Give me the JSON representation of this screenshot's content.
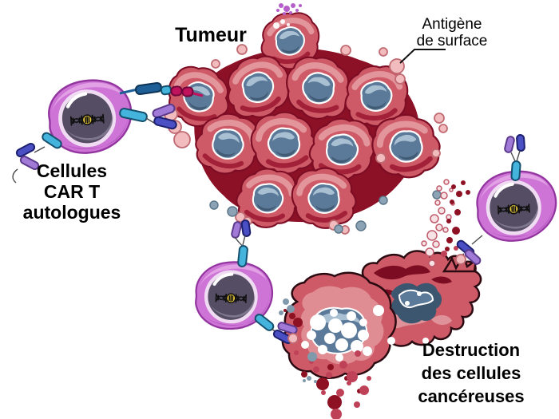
{
  "title": "Cellules CAR T — destruction des cellules cancéreuses",
  "labels": {
    "tumor": "Tumeur",
    "antigen": {
      "line1": "Antigène",
      "line2": "de surface"
    },
    "car_t": {
      "line1": "Cellules",
      "line2": "CAR T",
      "line3": "autologues"
    },
    "destruction": {
      "line1": "Destruction",
      "line2": "des cellules",
      "line3": "cancéreuses"
    }
  },
  "icons": {
    "dna_plasmid": "dna-plasmid-icon",
    "car_receptor": "car-receptor-icon",
    "antibody_fragment": "antibody-fragment-icon",
    "surface_antigen": "surface-antigen-dot"
  },
  "colors": {
    "tumor-body": "#cd5a66",
    "tumor-outline": "#7c0d24",
    "tumor-light": "#e2959b",
    "tumor-dark": "#a32138",
    "tumor-gap": "#8c1127",
    "nucleus-base": "#5b7a99",
    "nucleus-light": "#a9bfd2",
    "nucleus-dark": "#3d566f",
    "cart-body": "#cd74d6",
    "cart-light": "#e2a1e4",
    "cart-dark": "#b055bb",
    "cart-outline": "#93359f",
    "cart-nucleus": "#554d64",
    "cart-nucleus-light": "#837b90",
    "dna-yellow": "#e9c83b",
    "rec-cyan": "#45b4dd",
    "rec-navy": "#1f5f97",
    "rec-crimson": "#c0135c",
    "rec-blue": "#4a4fc4",
    "rec-purple": "#a179d6",
    "antigen-pink": "#f2bcbe",
    "antigen-pink-edge": "#c06a72",
    "antigen-blue": "#8ba3b5",
    "debris-dark": "#8e1023",
    "debris-mid": "#bf4158"
  },
  "figures": {
    "tumor_cells": [
      [
        363,
        52,
        0.8,
        -6,
        0
      ],
      [
        249,
        122,
        0.84,
        10,
        1
      ],
      [
        323,
        110,
        0.86,
        -12,
        0
      ],
      [
        399,
        111,
        0.88,
        6,
        1
      ],
      [
        471,
        121,
        0.86,
        -4,
        0
      ],
      [
        285,
        181,
        0.86,
        14,
        0
      ],
      [
        356,
        180,
        0.88,
        -8,
        1
      ],
      [
        428,
        188,
        0.88,
        4,
        0
      ],
      [
        509,
        184,
        0.9,
        -14,
        1
      ],
      [
        335,
        249,
        0.84,
        8,
        0
      ],
      [
        406,
        249,
        0.86,
        -6,
        1
      ]
    ],
    "car_t_cells": [
      [
        112,
        148,
        0.96,
        -4
      ],
      [
        292,
        372,
        0.89,
        2
      ],
      [
        646,
        260,
        0.92,
        -3
      ]
    ],
    "antigens_pink": [
      [
        497,
        83,
        9
      ],
      [
        501,
        99,
        6
      ],
      [
        480,
        65,
        5
      ],
      [
        433,
        63,
        6
      ],
      [
        303,
        62,
        6
      ],
      [
        270,
        80,
        5
      ],
      [
        214,
        143,
        8
      ],
      [
        219,
        159,
        8
      ],
      [
        228,
        175,
        10
      ],
      [
        550,
        148,
        6
      ],
      [
        555,
        161,
        5
      ],
      [
        477,
        198,
        6
      ],
      [
        546,
        192,
        5
      ],
      [
        418,
        282,
        6
      ],
      [
        432,
        288,
        5
      ],
      [
        301,
        272,
        6
      ],
      [
        310,
        277,
        5
      ]
    ],
    "antigens_blue": [
      [
        291,
        265,
        6
      ],
      [
        452,
        283,
        6
      ],
      [
        424,
        287,
        5
      ],
      [
        480,
        251,
        5
      ],
      [
        547,
        244,
        5
      ],
      [
        268,
        257,
        5
      ]
    ],
    "white_holes": [
      [
        398,
        404,
        10
      ],
      [
        420,
        408,
        9
      ],
      [
        437,
        414,
        10
      ],
      [
        413,
        424,
        7
      ],
      [
        390,
        420,
        6
      ],
      [
        428,
        432,
        8
      ],
      [
        447,
        434,
        8
      ],
      [
        404,
        438,
        6
      ],
      [
        382,
        432,
        5
      ],
      [
        440,
        396,
        6
      ],
      [
        455,
        420,
        7
      ],
      [
        418,
        392,
        5
      ],
      [
        460,
        440,
        6
      ],
      [
        425,
        448,
        5
      ],
      [
        474,
        389,
        7
      ],
      [
        490,
        427,
        5
      ],
      [
        533,
        427,
        4
      ],
      [
        455,
        404,
        5
      ],
      [
        510,
        380,
        3
      ],
      [
        525,
        368,
        3
      ]
    ],
    "debris_dark": [
      [
        404,
        481,
        8
      ],
      [
        419,
        504,
        9
      ],
      [
        381,
        469,
        4
      ],
      [
        366,
        396,
        4
      ],
      [
        373,
        404,
        6
      ],
      [
        434,
        474,
        3
      ],
      [
        450,
        490,
        3
      ],
      [
        414,
        460,
        4
      ],
      [
        357,
        389,
        2
      ],
      [
        563,
        301,
        4
      ],
      [
        571,
        289,
        5
      ],
      [
        562,
        277,
        3
      ],
      [
        573,
        266,
        4
      ],
      [
        566,
        253,
        3
      ],
      [
        575,
        243,
        4
      ],
      [
        568,
        234,
        3
      ],
      [
        580,
        229,
        3
      ],
      [
        586,
        241,
        3
      ],
      [
        560,
        312,
        3
      ]
    ],
    "debris_mid": [
      [
        441,
        472,
        7
      ],
      [
        456,
        489,
        6
      ],
      [
        430,
        457,
        5
      ],
      [
        396,
        463,
        4
      ],
      [
        412,
        470,
        4
      ],
      [
        426,
        492,
        5
      ],
      [
        447,
        507,
        4
      ],
      [
        390,
        453,
        3
      ],
      [
        371,
        442,
        3
      ],
      [
        421,
        519,
        7
      ],
      [
        437,
        480,
        3
      ],
      [
        462,
        474,
        3
      ],
      [
        405,
        492,
        3
      ],
      [
        556,
        318,
        4
      ],
      [
        571,
        311,
        3
      ],
      [
        448,
        443,
        4
      ]
    ],
    "debris_gray": [
      [
        391,
        447,
        6
      ],
      [
        364,
        387,
        5
      ],
      [
        358,
        378,
        4
      ],
      [
        387,
        474,
        3
      ],
      [
        395,
        478,
        2
      ],
      [
        381,
        477,
        2
      ],
      [
        352,
        392,
        3
      ]
    ],
    "bubbles": [
      [
        538,
        316,
        5
      ],
      [
        546,
        306,
        4
      ],
      [
        541,
        295,
        6
      ],
      [
        550,
        285,
        4
      ],
      [
        544,
        274,
        5
      ],
      [
        553,
        264,
        4
      ],
      [
        548,
        254,
        3
      ],
      [
        556,
        245,
        4
      ],
      [
        550,
        236,
        3
      ],
      [
        559,
        228,
        3
      ],
      [
        565,
        238,
        2
      ],
      [
        541,
        330,
        4
      ],
      [
        531,
        305,
        3
      ],
      [
        558,
        288,
        3
      ],
      [
        562,
        272,
        3
      ],
      [
        567,
        255,
        2
      ]
    ],
    "purple_splatter": [
      [
        352,
        7,
        3
      ],
      [
        359,
        11,
        4
      ],
      [
        367,
        7,
        3
      ],
      [
        356,
        17,
        2
      ],
      [
        372,
        13,
        2
      ],
      [
        348,
        13,
        2
      ],
      [
        364,
        16,
        2
      ],
      [
        376,
        7,
        2
      ]
    ],
    "white_bubbles": [
      [
        346,
        32,
        4
      ],
      [
        354,
        27,
        3
      ],
      [
        361,
        31,
        2
      ]
    ]
  }
}
